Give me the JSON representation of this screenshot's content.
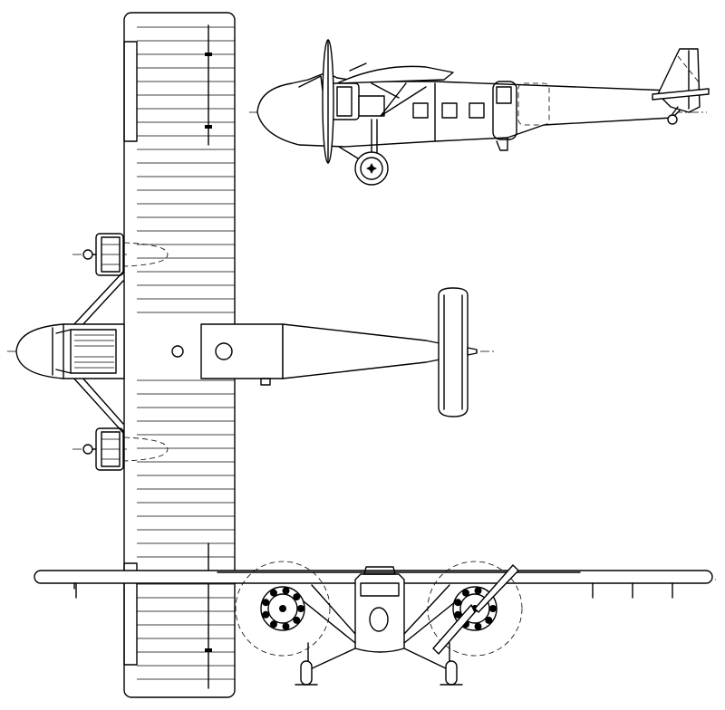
{
  "drawing": {
    "views": [
      {
        "id": "side-view"
      },
      {
        "id": "top-view"
      },
      {
        "id": "front-view"
      }
    ]
  }
}
